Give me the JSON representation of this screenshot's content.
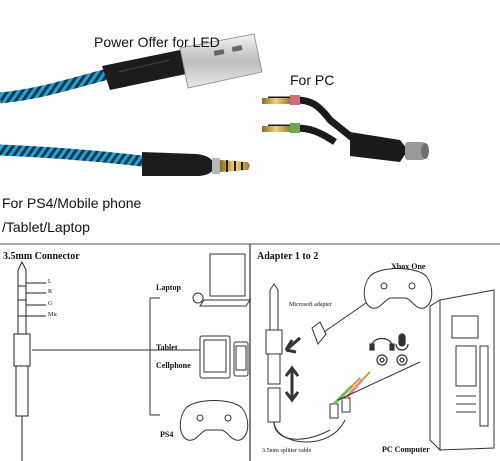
{
  "top_photo": {
    "usb_label": "Power Offer for LED",
    "pc_label": "For PC",
    "ps4_label_line1": "For PS4/Mobile phone",
    "ps4_label_line2": "/Tablet/Laptop"
  },
  "left_diagram": {
    "title": "3.5mm Connector",
    "pins": [
      "L",
      "R",
      "G",
      "Mic"
    ],
    "devices": {
      "laptop": "Laptop",
      "tablet": "Tablet",
      "cellphone": "Cellphone",
      "ps4": "PS4"
    }
  },
  "right_diagram": {
    "title": "Adapter 1 to 2",
    "xbox": "Xbox One",
    "ms_adapter": "Microsoft adapter",
    "splitter": "3.5mm splitter cable",
    "pc": "PC Computer"
  },
  "colors": {
    "cable_blue": "#1b6f9a",
    "mic_pink": "#e8858f",
    "headphone_green": "#6fbf4a",
    "gold": "#c9a24a"
  }
}
